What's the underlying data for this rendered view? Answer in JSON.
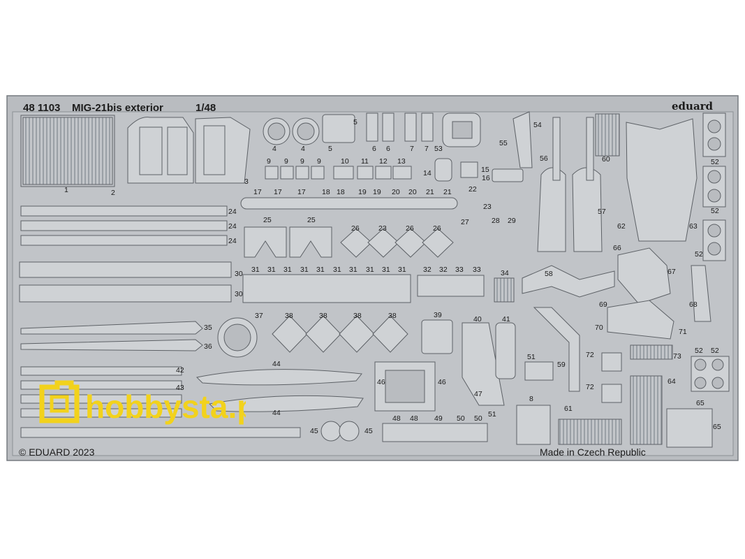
{
  "sheet": {
    "code": "48 1103",
    "name": "MIG-21bis exterior",
    "scale": "1/48",
    "brand": "eduard",
    "copyright": "© EDUARD 2023",
    "origin": "Made in Czech Republic"
  },
  "watermark": {
    "text": "hobbysta.pl",
    "color": "#f2d21c"
  },
  "colors": {
    "metal": "#b9bcc0",
    "metal_light": "#cfd2d5",
    "outline": "#5d6166"
  },
  "part_numbers": [
    "1",
    "2",
    "3",
    "4",
    "4",
    "5",
    "5",
    "6",
    "6",
    "7",
    "7",
    "53",
    "9",
    "9",
    "9",
    "9",
    "10",
    "11",
    "12",
    "13",
    "14",
    "15",
    "16",
    "55",
    "54",
    "56",
    "57",
    "60",
    "62",
    "63",
    "52",
    "52",
    "52",
    "17",
    "17",
    "17",
    "18",
    "18",
    "19",
    "19",
    "20",
    "20",
    "21",
    "21",
    "22",
    "23",
    "24",
    "24",
    "24",
    "25",
    "25",
    "26",
    "23",
    "26",
    "26",
    "27",
    "28",
    "29",
    "30",
    "30",
    "31",
    "31",
    "31",
    "31",
    "31",
    "31",
    "31",
    "31",
    "31",
    "31",
    "32",
    "32",
    "33",
    "33",
    "34",
    "58",
    "66",
    "67",
    "68",
    "69",
    "70",
    "71",
    "35",
    "36",
    "37",
    "38",
    "38",
    "38",
    "38",
    "39",
    "40",
    "41",
    "51",
    "59",
    "72",
    "72",
    "73",
    "64",
    "52",
    "52",
    "42",
    "43",
    "44",
    "44",
    "45",
    "45",
    "46",
    "46",
    "47",
    "8",
    "61",
    "65",
    "65",
    "48",
    "48",
    "49",
    "50",
    "50",
    "51"
  ]
}
